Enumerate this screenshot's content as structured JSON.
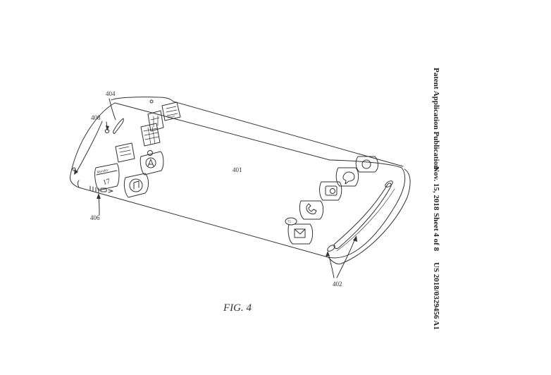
{
  "header": {
    "publication": "Patent Application Publication",
    "date": "Nov. 15, 2018",
    "sheet": "Sheet 4 of 8",
    "number": "US 2018/0329456 A1"
  },
  "figure": {
    "caption": "FIG. 4",
    "refs": {
      "r401": "401",
      "r402": "402",
      "r404": "404",
      "r406": "406",
      "r408": "408"
    },
    "app_labels": {
      "calendar_month": "Monday",
      "calendar_day": "17",
      "mail_badge": "75",
      "photos_label": "Photos"
    }
  }
}
